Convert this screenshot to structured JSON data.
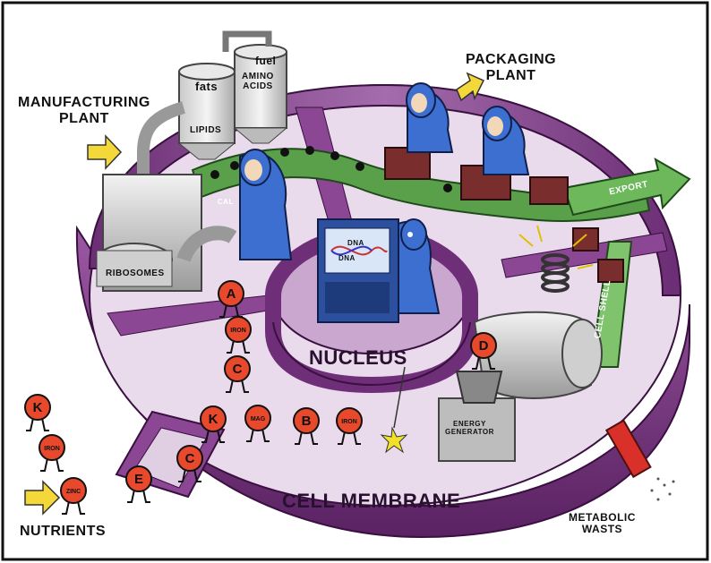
{
  "labels": {
    "manufacturing_plant_line1": "MANUFACTURING",
    "manufacturing_plant_line2": "PLANT",
    "packaging_plant_line1": "PACKAGING",
    "packaging_plant_line2": "PLANT",
    "fats": "fats",
    "lipids": "LIPIDS",
    "fuel": "fuel",
    "amino_line1": "AMINO",
    "amino_line2": "ACIDS",
    "ribosomes": "RIBOSOMES",
    "export": "EXPORT",
    "dna_top": "DNA",
    "dna_bottom": "DNA",
    "nucleus": "NUCLEUS",
    "cell_shell": "CELL SHELL",
    "energy_line1": "ENERGY",
    "energy_line2": "GENERATOR",
    "cell_membrane": "CELL MEMBRANE",
    "metabolic_line1": "METABOLIC",
    "metabolic_line2": "WASTS",
    "nutrients": "NUTRIENTS",
    "cal": "CAL"
  },
  "nutrient_tokens": [
    {
      "text": "A"
    },
    {
      "text": "IRON"
    },
    {
      "text": "C"
    },
    {
      "text": "K"
    },
    {
      "text": "MAG"
    },
    {
      "text": "B"
    },
    {
      "text": "IRON"
    },
    {
      "text": "D"
    },
    {
      "text": "K"
    },
    {
      "text": "IRON"
    },
    {
      "text": "ZINC"
    },
    {
      "text": "E"
    },
    {
      "text": "C"
    }
  ],
  "colors": {
    "membrane": "#7d3a86",
    "membrane_dark": "#55205c",
    "floor": "#e8d8ea",
    "worker": "#3d6fd1",
    "conveyor": "#5aa04a",
    "nutrient": "#e8492c",
    "nucleus_floor": "#c9a7cf"
  }
}
